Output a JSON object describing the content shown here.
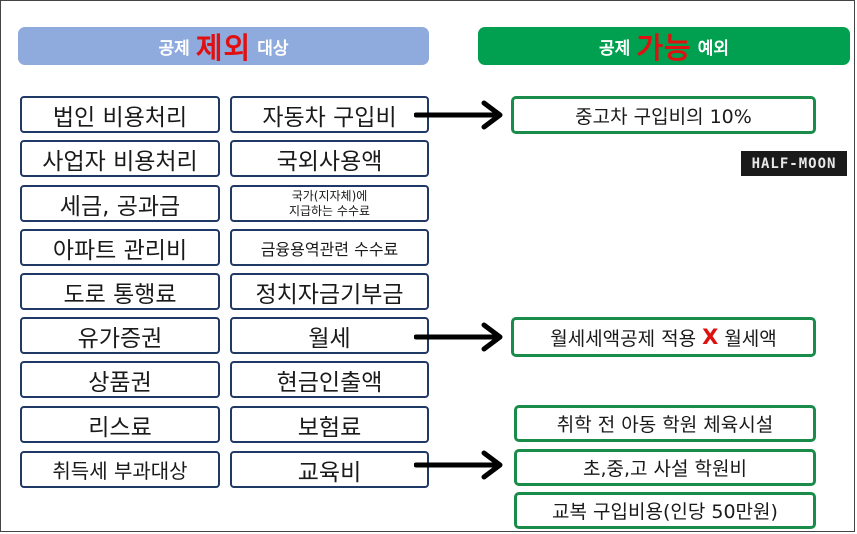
{
  "header_left": {
    "prefix": "공제",
    "emphasis": "제외",
    "suffix": "대상"
  },
  "header_right": {
    "prefix": "공제",
    "emphasis": "가능",
    "suffix": "예외"
  },
  "excluded_left": [
    "법인 비용처리",
    "사업자 비용처리",
    "세금, 공과금",
    "아파트 관리비",
    "도로 통행료",
    "유가증권",
    "상품권",
    "리스료",
    "취득세 부과대상"
  ],
  "excluded_middle": [
    "자동차 구입비",
    "국외사용액",
    "국가(지자체)에",
    "지급하는 수수료",
    "금융용역관련 수수료",
    "정치자금기부금",
    "월세",
    "현금인출액",
    "보험료",
    "교육비"
  ],
  "exceptions": {
    "car": "중고차 구입비의 10%",
    "rent_a": "월세세액공제 적용",
    "rent_x": "X",
    "rent_b": "월세액",
    "edu_1": "취학 전 아동 학원 체육시설",
    "edu_2": "초,중,고 사설 학원비",
    "edu_3": "교복 구입비용(인당 50만원)"
  },
  "logo_text": "HALF-MOON",
  "colors": {
    "header_left": "#8faadc",
    "header_right": "#00a050",
    "emphasis": "#e01010",
    "box_border": "#1f3864",
    "exception_border": "#1a8c4a"
  }
}
